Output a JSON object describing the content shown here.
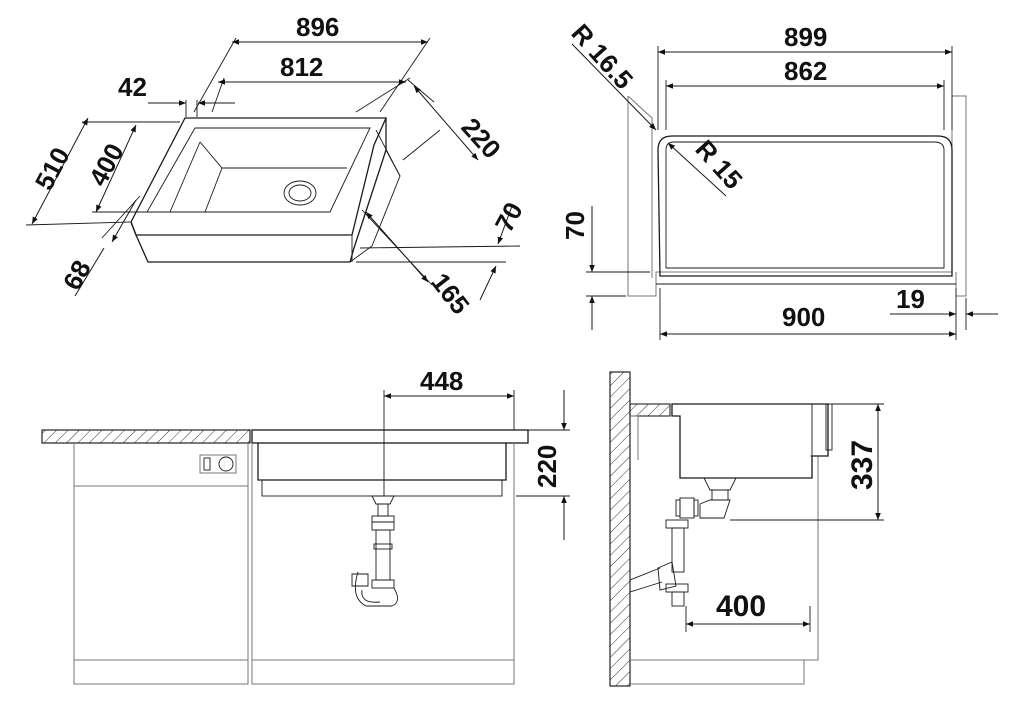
{
  "iso_view": {
    "dim_width_outer": "896",
    "dim_width_inner": "812",
    "dim_side": "42",
    "dim_depth_outer": "510",
    "dim_depth_inner": "400",
    "dim_front": "68",
    "dim_height": "220",
    "dim_front_height": "70",
    "dim_front_depth": "165"
  },
  "cutout_view": {
    "dim_radius_outer": "R 16.5",
    "dim_width_899": "899",
    "dim_width_862": "862",
    "dim_radius_inner": "R 15",
    "dim_rim": "70",
    "dim_width_900": "900",
    "dim_offset": "19"
  },
  "front_view": {
    "dim_drain_offset": "448",
    "dim_height": "220"
  },
  "side_view": {
    "dim_height": "337",
    "dim_depth": "400"
  }
}
